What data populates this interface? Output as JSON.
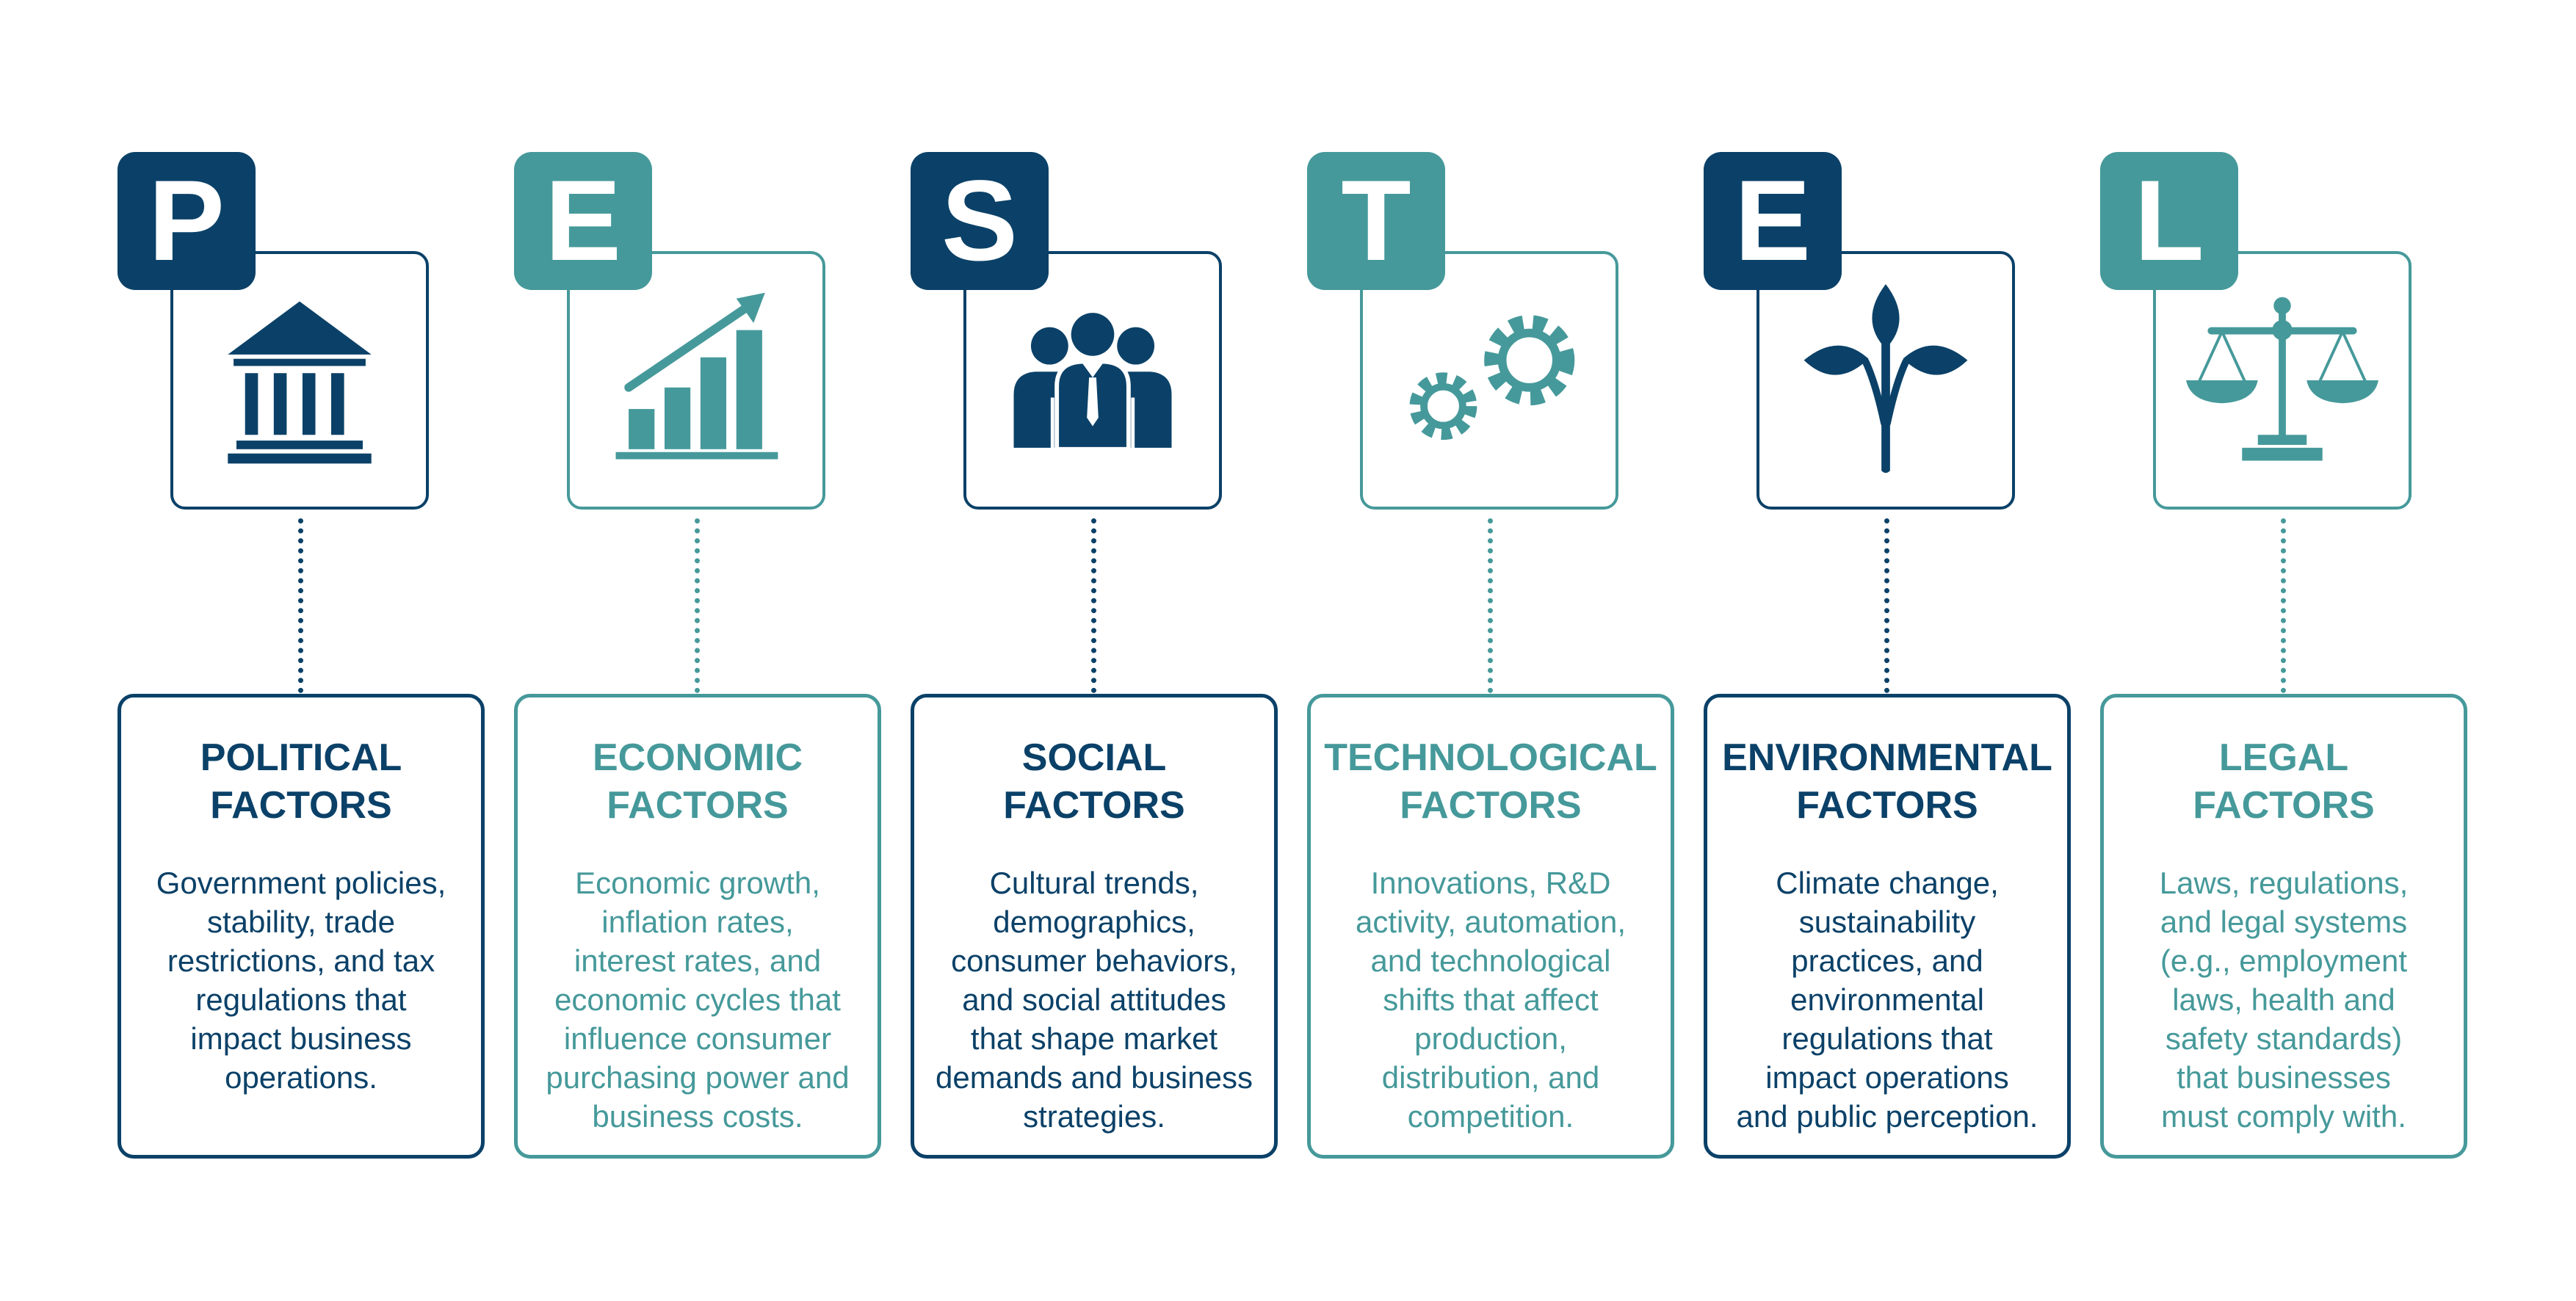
{
  "colors": {
    "dark": "#0b4168",
    "teal": "#46999a"
  },
  "factors": [
    {
      "letter": "P",
      "icon": "government-building-icon",
      "title": [
        "POLITICAL",
        "FACTORS"
      ],
      "description": [
        "Government policies,",
        "stability, trade",
        "restrictions, and tax",
        "regulations that",
        "impact business",
        "operations."
      ]
    },
    {
      "letter": "E",
      "icon": "growth-chart-icon",
      "title": [
        "ECONOMIC",
        "FACTORS"
      ],
      "description": [
        "Economic growth,",
        "inflation rates,",
        "interest rates, and",
        "economic cycles that",
        "influence consumer",
        "purchasing power and",
        "business costs."
      ]
    },
    {
      "letter": "S",
      "icon": "people-group-icon",
      "title": [
        "SOCIAL",
        "FACTORS"
      ],
      "description": [
        "Cultural trends,",
        "demographics,",
        "consumer behaviors,",
        "and social attitudes",
        "that shape market",
        "demands and business",
        "strategies."
      ]
    },
    {
      "letter": "T",
      "icon": "gears-icon",
      "title": [
        "TECHNOLOGICAL",
        "FACTORS"
      ],
      "description": [
        "Innovations, R&D",
        "activity, automation,",
        "and technological",
        "shifts that affect",
        "production,",
        "distribution, and",
        "competition."
      ]
    },
    {
      "letter": "E",
      "icon": "plant-sprout-icon",
      "title": [
        "ENVIRONMENTAL",
        "FACTORS"
      ],
      "description": [
        "Climate change,",
        "sustainability",
        "practices, and",
        "environmental",
        "regulations that",
        "impact operations",
        "and public perception."
      ]
    },
    {
      "letter": "L",
      "icon": "justice-scale-icon",
      "title": [
        "LEGAL",
        "FACTORS"
      ],
      "description": [
        "Laws, regulations,",
        "and legal systems",
        "(e.g., employment",
        "laws, health and",
        "safety standards)",
        "that businesses",
        "must comply with."
      ]
    }
  ]
}
